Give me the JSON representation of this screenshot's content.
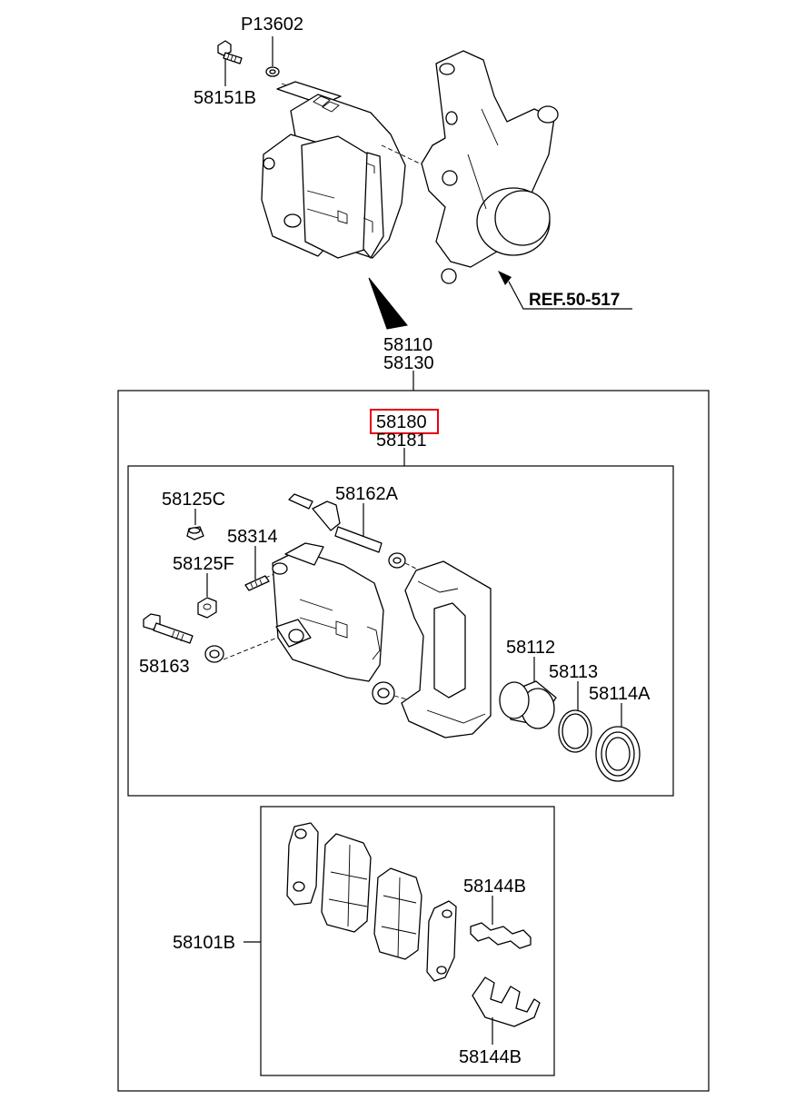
{
  "labels": {
    "p13602": "P13602",
    "p58151b": "58151B",
    "ref": "REF.50-517",
    "p58110": "58110",
    "p58130": "58130",
    "p58180": "58180",
    "p58181": "58181",
    "p58125c": "58125C",
    "p58162a": "58162A",
    "p58314": "58314",
    "p58125f": "58125F",
    "p58163": "58163",
    "p58112": "58112",
    "p58113": "58113",
    "p58114a": "58114A",
    "p58101b": "58101B",
    "p58144b_top": "58144B",
    "p58144b_bottom": "58144B"
  },
  "highlight_color": "#e8000b",
  "icons": [
    "bolt-icon",
    "washer-icon",
    "caliper-assembly-icon",
    "steering-knuckle-icon",
    "caliper-housing-icon",
    "bracket-icon",
    "piston-icon",
    "seal-ring-icon",
    "boot-icon",
    "brake-pad-icon",
    "shim-icon",
    "clip-icon"
  ]
}
